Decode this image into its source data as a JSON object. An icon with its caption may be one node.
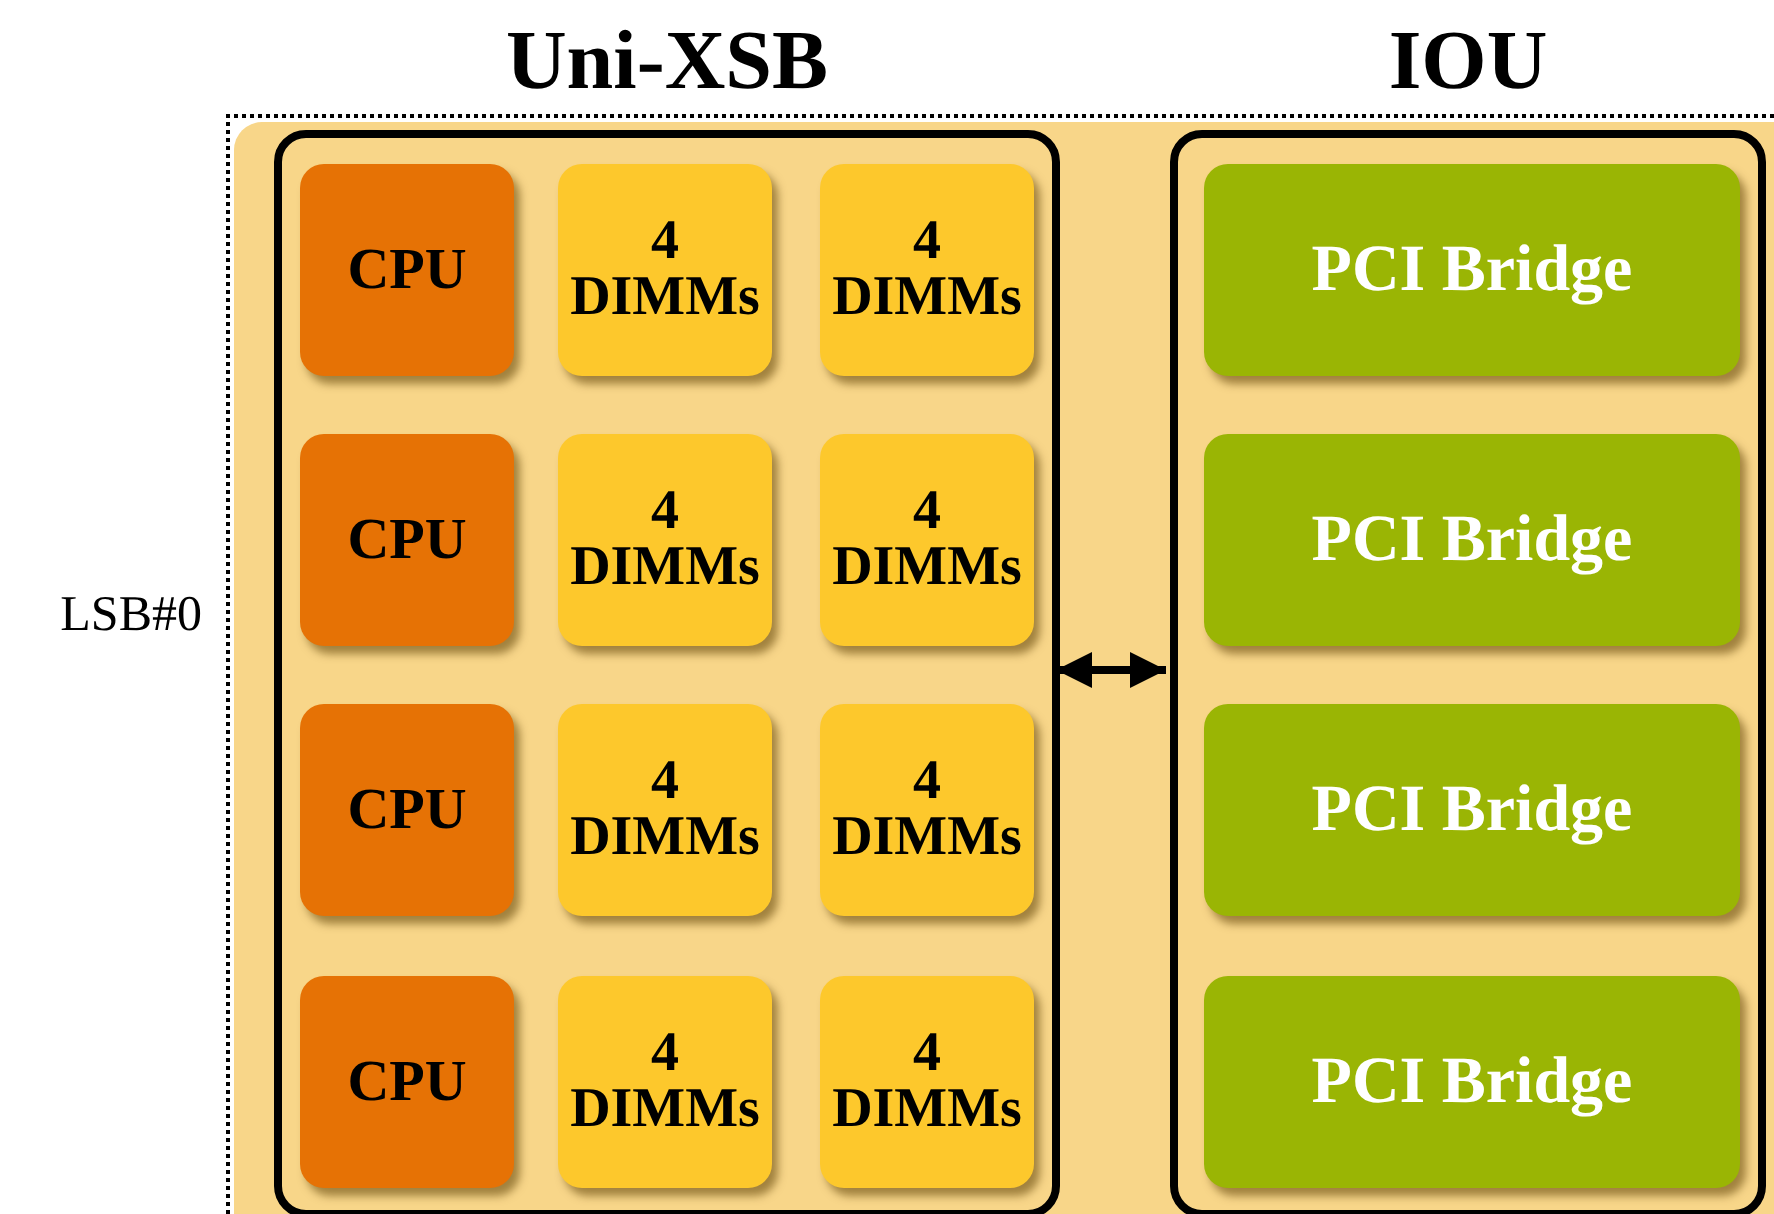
{
  "diagram": {
    "nodes": [
      {
        "text": [],
        "shape": "box",
        "beside": [
          "LSB#0"
        ]
      },
      {
        "text": [
          "Uni-XSB"
        ],
        "in": 0
      },
      {
        "text": [
          "CPU"
        ],
        "in": 1
      },
      {
        "text": [
          "4",
          "DIMMs"
        ],
        "in": 1
      },
      {
        "text": [
          "4",
          "DIMMs"
        ],
        "in": 1
      },
      {
        "text": [
          "CPU"
        ],
        "in": 1
      },
      {
        "text": [
          "4",
          "DIMMs"
        ],
        "in": 1
      },
      {
        "text": [
          "4",
          "DIMMs"
        ],
        "in": 1
      },
      {
        "text": [
          "CPU"
        ],
        "in": 1
      },
      {
        "text": [
          "4",
          "DIMMs"
        ],
        "in": 1
      },
      {
        "text": [
          "4",
          "DIMMs"
        ],
        "in": 1
      },
      {
        "text": [
          "CPU"
        ],
        "in": 1
      },
      {
        "text": [
          "4",
          "DIMMs"
        ],
        "in": 1
      },
      {
        "text": [
          "4",
          "DIMMs"
        ],
        "in": 1
      },
      {
        "text": [
          "IOU"
        ],
        "in": 0
      },
      {
        "text": [
          "PCI Bridge"
        ],
        "in": 14
      },
      {
        "text": [
          "PCI Bridge"
        ],
        "in": 14
      },
      {
        "text": [
          "PCI Bridge"
        ],
        "in": 14
      },
      {
        "text": [
          "PCI Bridge"
        ],
        "in": 14
      }
    ],
    "edges": [
      {
        "from": 1,
        "to": 14,
        "arrow": "both"
      }
    ]
  }
}
